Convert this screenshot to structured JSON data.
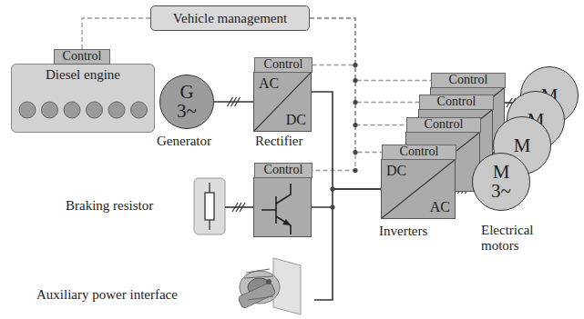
{
  "diagram": {
    "nodes": [
      {
        "text": [
          "Vehicle management"
        ]
      },
      {
        "text": [
          "Control",
          "Diesel engine"
        ]
      },
      {
        "text": [
          "G",
          "3~"
        ]
      },
      {
        "text": [
          "Control",
          "AC",
          "DC"
        ]
      },
      {
        "text": [
          "Control"
        ]
      },
      {
        "text": [
          "Control"
        ]
      },
      {
        "text": [
          "Control"
        ]
      },
      {
        "text": [
          "Control"
        ]
      },
      {
        "text": [
          "Control",
          "DC",
          "AC"
        ]
      },
      {
        "text": [
          "M"
        ]
      },
      {
        "text": [
          "M"
        ]
      },
      {
        "text": [
          "M"
        ]
      },
      {
        "text": [
          "M",
          "3~"
        ]
      }
    ],
    "edges": [
      {
        "from": 0,
        "to": 1,
        "arrow": "none"
      },
      {
        "from": 0,
        "to": 3,
        "arrow": "none"
      },
      {
        "from": 0,
        "to": 4,
        "arrow": "none"
      },
      {
        "from": 0,
        "to": 5,
        "arrow": "none"
      },
      {
        "from": 0,
        "to": 6,
        "arrow": "none"
      },
      {
        "from": 0,
        "to": 7,
        "arrow": "none"
      },
      {
        "from": 0,
        "to": 8,
        "arrow": "none"
      },
      {
        "from": 2,
        "to": 3,
        "arrow": "none"
      },
      {
        "from": 3,
        "to": 8,
        "arrow": "none"
      },
      {
        "from": 4,
        "to": 8,
        "arrow": "none"
      },
      {
        "from": 5,
        "to": 9,
        "arrow": "none"
      },
      {
        "from": 6,
        "to": 10,
        "arrow": "none"
      },
      {
        "from": 7,
        "to": 11,
        "arrow": "none"
      },
      {
        "from": 8,
        "to": 12,
        "arrow": "none"
      }
    ],
    "labels": [
      "Generator",
      "Rectifier",
      "Braking resistor",
      "Auxiliary power interface",
      "Inverters",
      "Electrical motors"
    ]
  }
}
